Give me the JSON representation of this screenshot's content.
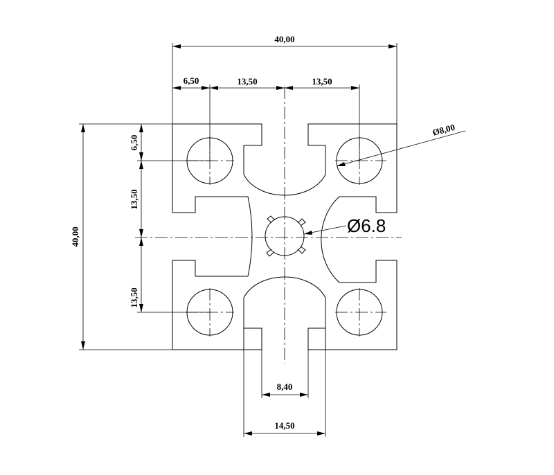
{
  "dimensions": {
    "overall_width": "40,00",
    "offset_left": "6,50",
    "pitch_left": "13,50",
    "pitch_right": "13,50",
    "offset_top": "6,50",
    "pitch_upper": "13,50",
    "pitch_lower": "13,50",
    "overall_height": "40,00",
    "slot_width": "8,40",
    "slot_outer_width": "14,50"
  },
  "diameters": {
    "hole": "Ø8,00",
    "center_bore": "Ø6.8"
  }
}
